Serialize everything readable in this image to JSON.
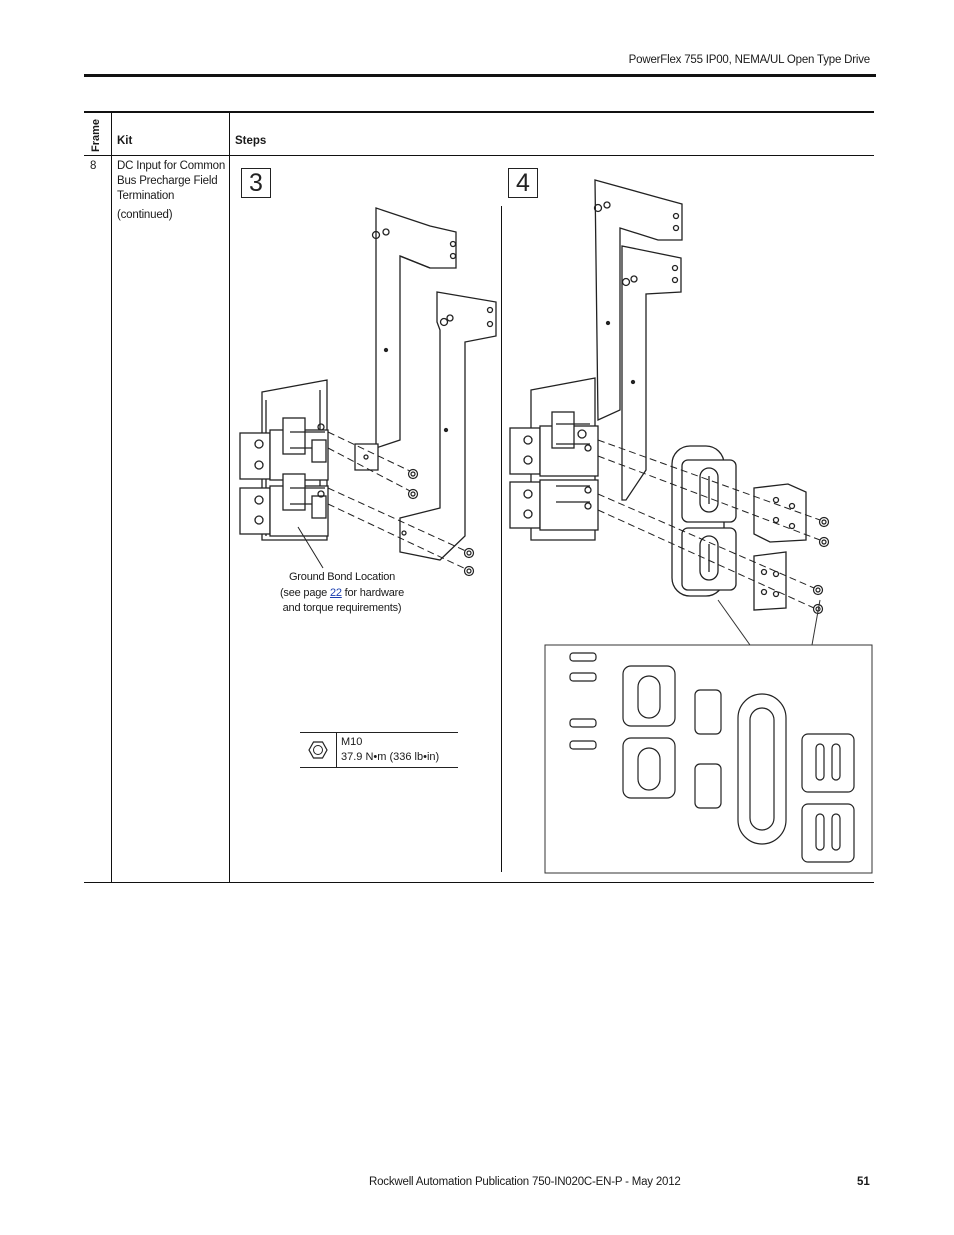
{
  "header": {
    "title": "PowerFlex 755 IP00, NEMA/UL Open Type Drive"
  },
  "table": {
    "columns": {
      "frame": "Frame",
      "kit": "Kit",
      "steps": "Steps"
    },
    "row": {
      "frame": "8",
      "kit_lines": [
        "DC Input for Common",
        "Bus Precharge Field",
        "Termination"
      ],
      "kit_note": "(continued)"
    }
  },
  "steps": {
    "step3": {
      "number": "3"
    },
    "step4": {
      "number": "4"
    }
  },
  "callout": {
    "line1": "Ground Bond Location",
    "line2_prefix": "(see page ",
    "line2_link": "22",
    "line2_suffix": " for hardware",
    "line3": "and torque requirements)"
  },
  "torque": {
    "size": "M10",
    "value": "37.9 N•m (336 lb•in)"
  },
  "footer": {
    "publication": "Rockwell Automation Publication 750-IN020C-EN-P - May 2012",
    "page": "51"
  },
  "colors": {
    "link": "#1a3fb0",
    "line": "#111111"
  }
}
